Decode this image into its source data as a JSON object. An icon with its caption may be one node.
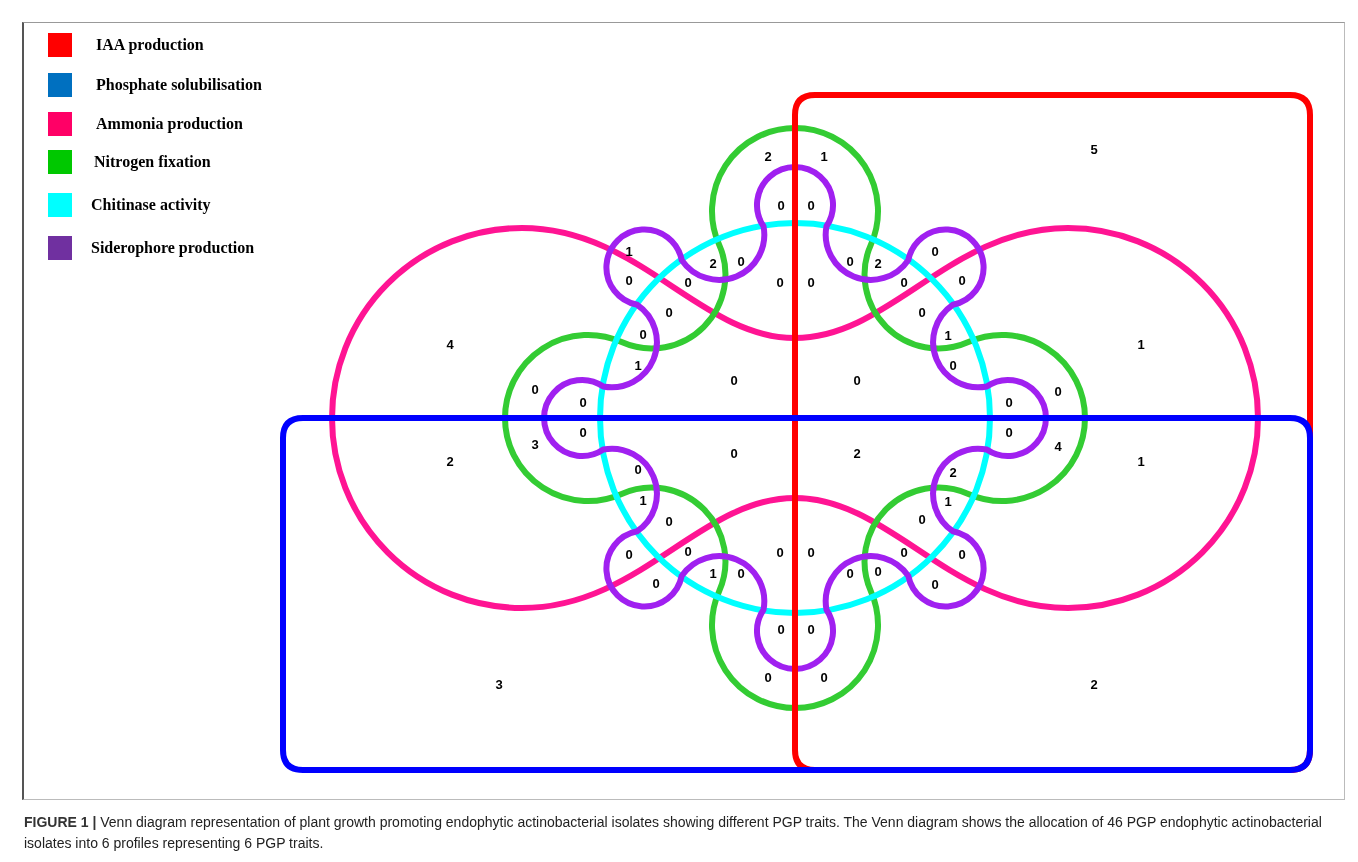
{
  "diagram": {
    "caption": "**FIGURE 1 |** Venn diagram representation of plant growth promoting endophytic actinobacterial isolates showing different PGP traits. The Venn diagram shows the allocation of 46 PGP endophytic actinobacterial isolates into 6 profiles representing 6 PGP traits.",
    "labels": [
      "5",
      "2",
      "1",
      "0",
      "0",
      "1",
      "0",
      "2",
      "0",
      "0",
      "2",
      "0",
      "0",
      "0",
      "0",
      "0",
      "0",
      "0",
      "0",
      "0",
      "1",
      "4",
      "1",
      "1",
      "0",
      "0",
      "0",
      "0",
      "0",
      "0",
      "0",
      "0",
      "0",
      "3",
      "4",
      "0",
      "2",
      "2",
      "1",
      "0",
      "2",
      "1",
      "1",
      "0",
      "0",
      "0",
      "0",
      "0",
      "0",
      "0",
      "0",
      "1",
      "0",
      "0",
      "0",
      "0",
      "0",
      "0",
      "0",
      "0",
      "0",
      "3",
      "2"
    ],
    "legend": [
      {
        "text": "IAA production",
        "color": "#ff0000"
      },
      {
        "text": "Phosphate solubilisation",
        "color": "#0070c0"
      },
      {
        "text": "Ammonia production",
        "color": "#ff0066"
      },
      {
        "text": "Nitrogen fixation",
        "color": "#00c800"
      },
      {
        "text": "Chitinase activity",
        "color": "#00ffff"
      },
      {
        "text": "Siderophore production",
        "color": "#7030a0"
      }
    ]
  }
}
